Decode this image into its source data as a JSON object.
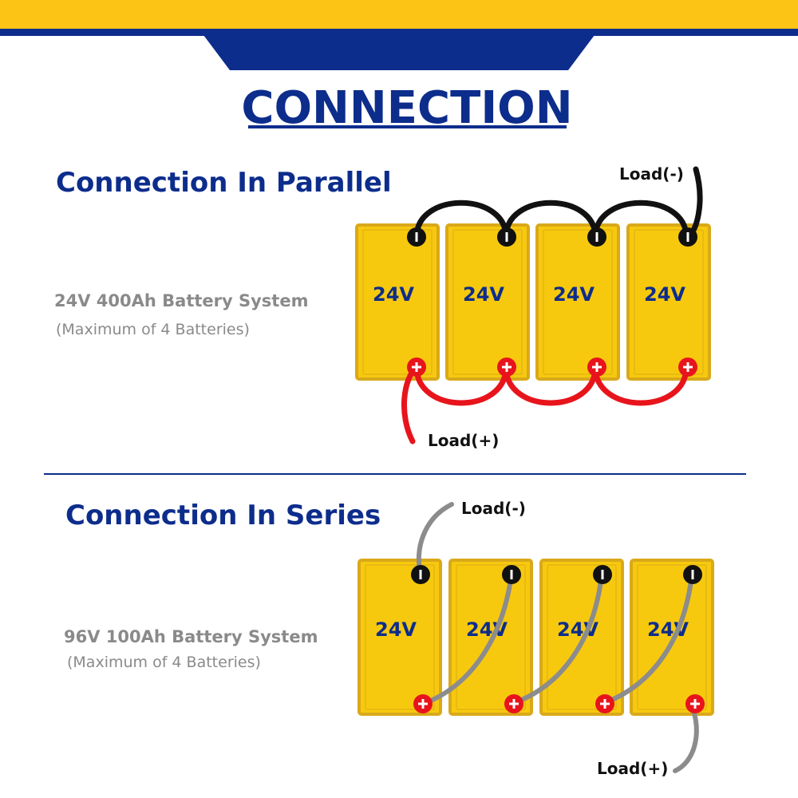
{
  "colors": {
    "banner_yellow": "#FCC414",
    "navy": "#0D2D8C",
    "battery_fill": "#F7C90E",
    "battery_edge": "#D9A91A",
    "parallel_negative_cable": "#111111",
    "parallel_positive_cable": "#E8141C",
    "series_cable": "#8C8C8C",
    "positive_terminal": "#E8141C",
    "negative_terminal": "#111111",
    "secondary_text": "#8A8A8A"
  },
  "header": {
    "title": "CONNECTION"
  },
  "parallel": {
    "heading": "Connection In Parallel",
    "system_label": "24V 400Ah Battery System",
    "max_note": "(Maximum of 4 Batteries)",
    "load_negative": "Load(-)",
    "load_positive": "Load(+)",
    "batteries": [
      {
        "voltage": "24V"
      },
      {
        "voltage": "24V"
      },
      {
        "voltage": "24V"
      },
      {
        "voltage": "24V"
      }
    ]
  },
  "series": {
    "heading": "Connection In Series",
    "system_label": "96V 100Ah Battery System",
    "max_note": "(Maximum of 4 Batteries)",
    "load_negative": "Load(-)",
    "load_positive": "Load(+)",
    "batteries": [
      {
        "voltage": "24V"
      },
      {
        "voltage": "24V"
      },
      {
        "voltage": "24V"
      },
      {
        "voltage": "24V"
      }
    ]
  }
}
